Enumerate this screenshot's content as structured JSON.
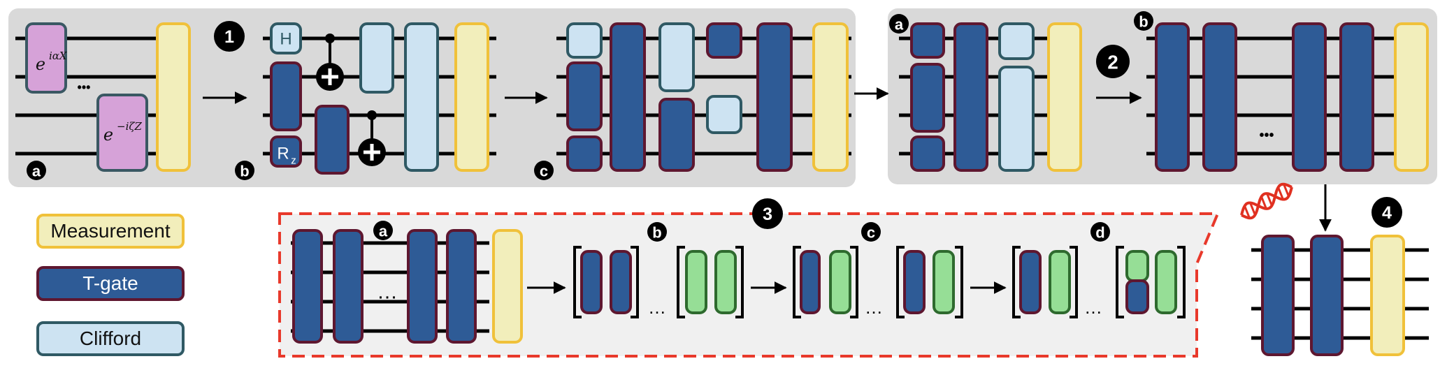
{
  "colors": {
    "panel": "#d9d9d9",
    "panel_light": "#f0f0f0",
    "tgate_fill": "#2e5b96",
    "tgate_border": "#5e1730",
    "clifford_fill": "#cde3f2",
    "clifford_border": "#2f5964",
    "measure_fill": "#f2eebb",
    "measure_border": "#f0c13a",
    "rotation_fill": "#d6a2d8",
    "rotation_border": "#3a5863",
    "green_fill": "#96de96",
    "green_border": "#2e6a2e",
    "dashed_red": "#e8392b",
    "dna_red": "#e03020"
  },
  "steps": {
    "one": "1",
    "two": "2",
    "three": "3",
    "four": "4"
  },
  "sublabels": {
    "a": "a",
    "b": "b",
    "c": "c",
    "d": "d"
  },
  "gates": {
    "rot_x": "e^{iαX}",
    "rot_x_base": "e",
    "rot_x_exp": "iαX",
    "rot_z_base": "e",
    "rot_z_exp": "−iζZ",
    "hadamard": "H",
    "rz_base": "R",
    "rz_sub": "z",
    "cnot_symbol": "+"
  },
  "ellipsis": "…",
  "ellipsis_dots": "•••",
  "legend": {
    "measurement": "Measurement",
    "tgate": "T-gate",
    "clifford": "Clifford"
  },
  "icons": [
    "right-arrow-icon",
    "down-arrow-icon",
    "dna-icon"
  ]
}
